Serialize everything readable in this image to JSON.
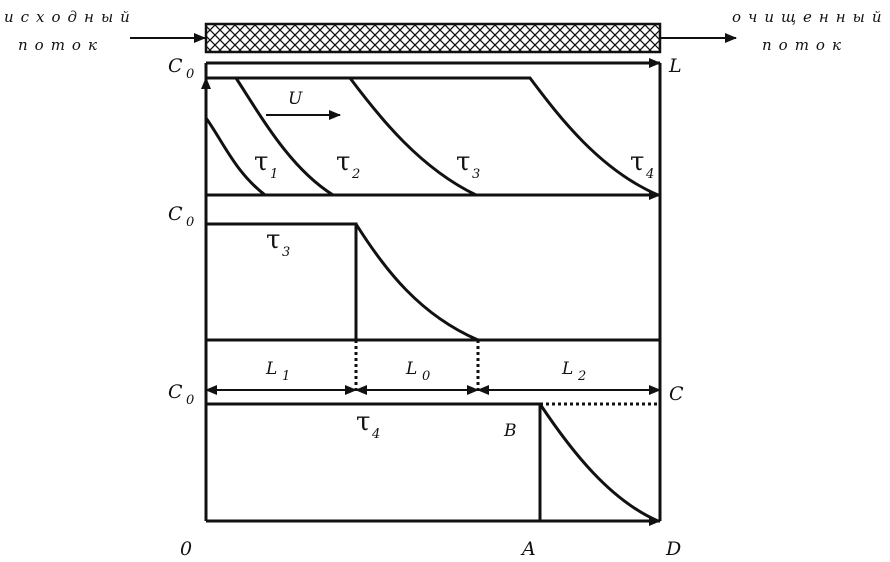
{
  "inflow": {
    "line1": "исходный",
    "line2": "поток"
  },
  "outflow": {
    "line1": "очищенный",
    "line2": "поток"
  },
  "labels": {
    "C0": "C",
    "C0_sub": "0",
    "L": "L",
    "U": "U",
    "C": "C",
    "O": "0",
    "A": "A",
    "D": "D",
    "B": "B"
  },
  "tau": {
    "sym": "τ",
    "t1": "1",
    "t2": "2",
    "t3": "3",
    "t4": "4"
  },
  "lengths": {
    "L1": "L",
    "L1_sub": "1",
    "L0": "L",
    "L0_sub": "0",
    "L2": "L",
    "L2_sub": "2"
  }
}
